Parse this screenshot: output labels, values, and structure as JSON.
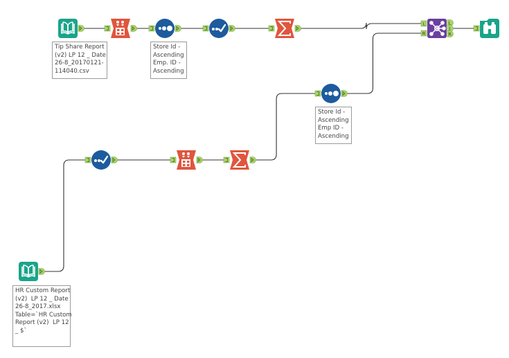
{
  "workflow": {
    "nodes": [
      {
        "id": "input1",
        "type": "input-data",
        "icon": "book-icon",
        "color": "#1aa48a",
        "label": "Tip Share Report\n(v2) LP 12 _ Date\n26-8_20170121-\n114040.csv"
      },
      {
        "id": "select1",
        "type": "select",
        "icon": "select-icon",
        "color": "#e0563e",
        "label": ""
      },
      {
        "id": "sort1",
        "type": "sort",
        "icon": "sort-icon",
        "color": "#1d5b9e",
        "label": "Store Id -\nAscending\nEmp. ID -\nAscending"
      },
      {
        "id": "unique1",
        "type": "unique",
        "icon": "checkmark-icon",
        "color": "#1d5b9e",
        "label": ""
      },
      {
        "id": "summarize1",
        "type": "summarize",
        "icon": "sigma-icon",
        "color": "#e0563e",
        "label": ""
      },
      {
        "id": "join1",
        "type": "join",
        "icon": "join-icon",
        "color": "#6b3fa0",
        "label": "",
        "ports_in": [
          "L",
          "R"
        ],
        "ports_out": [
          "L",
          "J",
          "R"
        ]
      },
      {
        "id": "browse1",
        "type": "browse",
        "icon": "binoculars-icon",
        "color": "#1aa48a",
        "label": ""
      },
      {
        "id": "input2",
        "type": "input-data",
        "icon": "book-icon",
        "color": "#1aa48a",
        "label": "HR Custom Report\n(v2)  LP 12 _ Date\n26-8_2017.xlsx\nTable=`HR Custom\nReport (v2)  LP 12\n_ $`"
      },
      {
        "id": "unique2",
        "type": "unique",
        "icon": "checkmark-icon",
        "color": "#1d5b9e",
        "label": ""
      },
      {
        "id": "select2",
        "type": "select",
        "icon": "select-icon",
        "color": "#e0563e",
        "label": ""
      },
      {
        "id": "summarize2",
        "type": "summarize",
        "icon": "sigma-icon",
        "color": "#e0563e",
        "label": ""
      },
      {
        "id": "sort2",
        "type": "sort",
        "icon": "sort-icon",
        "color": "#1d5b9e",
        "label": "Store Id -\nAscending\nEmp ID -\nAscending"
      }
    ],
    "connections": [
      {
        "from": "input1",
        "to": "select1"
      },
      {
        "from": "select1",
        "to": "sort1"
      },
      {
        "from": "sort1",
        "to": "unique1"
      },
      {
        "from": "unique1",
        "to": "summarize1"
      },
      {
        "from": "summarize1",
        "to": "join1",
        "port": "L"
      },
      {
        "from": "join1",
        "to": "browse1",
        "port": "J"
      },
      {
        "from": "input2",
        "to": "unique2"
      },
      {
        "from": "unique2",
        "to": "select2"
      },
      {
        "from": "select2",
        "to": "summarize2"
      },
      {
        "from": "summarize2",
        "to": "sort2"
      },
      {
        "from": "sort2",
        "to": "join1",
        "port": "R"
      }
    ],
    "port_color": "#a8d26a"
  }
}
